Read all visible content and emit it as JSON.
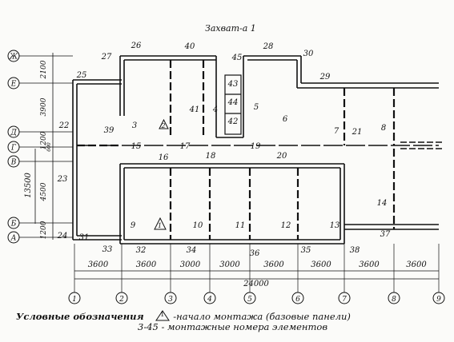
{
  "title": "Захват-а 1",
  "axes_rows": [
    "Ж",
    "Е",
    "Д",
    "Г",
    "В",
    "Б",
    "А"
  ],
  "axes_cols": [
    "1",
    "2",
    "3",
    "4",
    "5",
    "6",
    "7",
    "8",
    "9"
  ],
  "dims_bottom": [
    "3600",
    "3600",
    "3000",
    "3000",
    "3600",
    "3600",
    "3600",
    "3600"
  ],
  "dim_total": "24000",
  "dims_left": [
    "2100",
    "3900",
    "1200",
    "600",
    "4500",
    "1200"
  ],
  "dim_left_total": "13500",
  "elements": [
    "1",
    "2",
    "3",
    "4",
    "5",
    "6",
    "7",
    "8",
    "9",
    "10",
    "11",
    "12",
    "13",
    "14",
    "15",
    "16",
    "17",
    "18",
    "19",
    "20",
    "21",
    "22",
    "23",
    "24",
    "25",
    "26",
    "27",
    "28",
    "29",
    "30",
    "31",
    "32",
    "33",
    "34",
    "35",
    "36",
    "37",
    "38",
    "39",
    "40",
    "41",
    "42",
    "43",
    "44",
    "45"
  ],
  "start_marks": [
    "1",
    "2"
  ],
  "legend": {
    "label": "Условные обозначения",
    "tri_num": "1",
    "tri_text": "-начало монтажа (базовые панели)",
    "numbers_text": "3-45 - монтажные номера элементов"
  }
}
